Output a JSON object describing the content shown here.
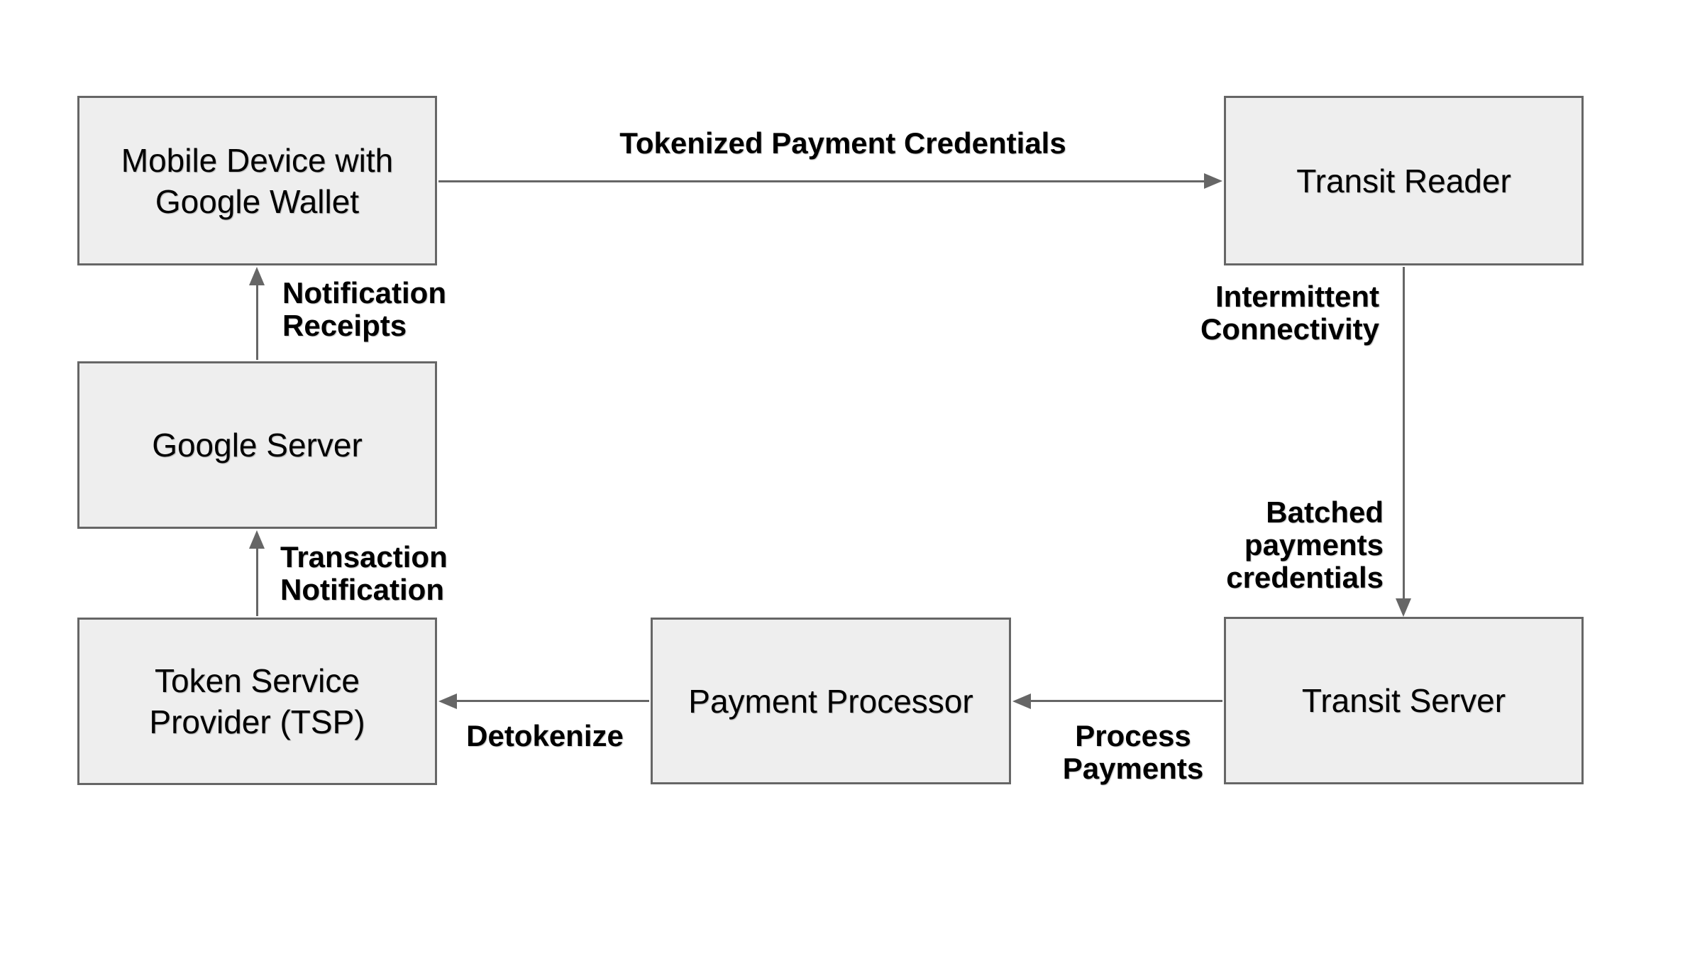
{
  "diagram": {
    "colors": {
      "background": "#ffffff",
      "node_fill": "#eeeeee",
      "node_border": "#666666",
      "arrow": "#666666",
      "text": "#000000"
    },
    "nodes": [
      {
        "id": "mobile-device",
        "label": "Mobile Device with\nGoogle Wallet"
      },
      {
        "id": "transit-reader",
        "label": "Transit Reader"
      },
      {
        "id": "google-server",
        "label": "Google Server"
      },
      {
        "id": "token-service-provider",
        "label": "Token Service\nProvider (TSP)"
      },
      {
        "id": "payment-processor",
        "label": "Payment Processor"
      },
      {
        "id": "transit-server",
        "label": "Transit Server"
      }
    ],
    "edges": [
      {
        "id": "tokenized-payment-credentials",
        "from": "mobile-device",
        "to": "transit-reader",
        "label": "Tokenized Payment Credentials"
      },
      {
        "id": "intermittent-connectivity",
        "from": "transit-reader",
        "to": "transit-server",
        "label": "Intermittent\nConnectivity"
      },
      {
        "id": "batched-payments-credentials",
        "from": "transit-reader",
        "to": "transit-server",
        "label": "Batched\npayments\ncredentials"
      },
      {
        "id": "process-payments",
        "from": "transit-server",
        "to": "payment-processor",
        "label": "Process\nPayments"
      },
      {
        "id": "detokenize",
        "from": "payment-processor",
        "to": "token-service-provider",
        "label": "Detokenize"
      },
      {
        "id": "transaction-notification",
        "from": "token-service-provider",
        "to": "google-server",
        "label": "Transaction\nNotification"
      },
      {
        "id": "notification-receipts",
        "from": "google-server",
        "to": "mobile-device",
        "label": "Notification\nReceipts"
      }
    ]
  }
}
